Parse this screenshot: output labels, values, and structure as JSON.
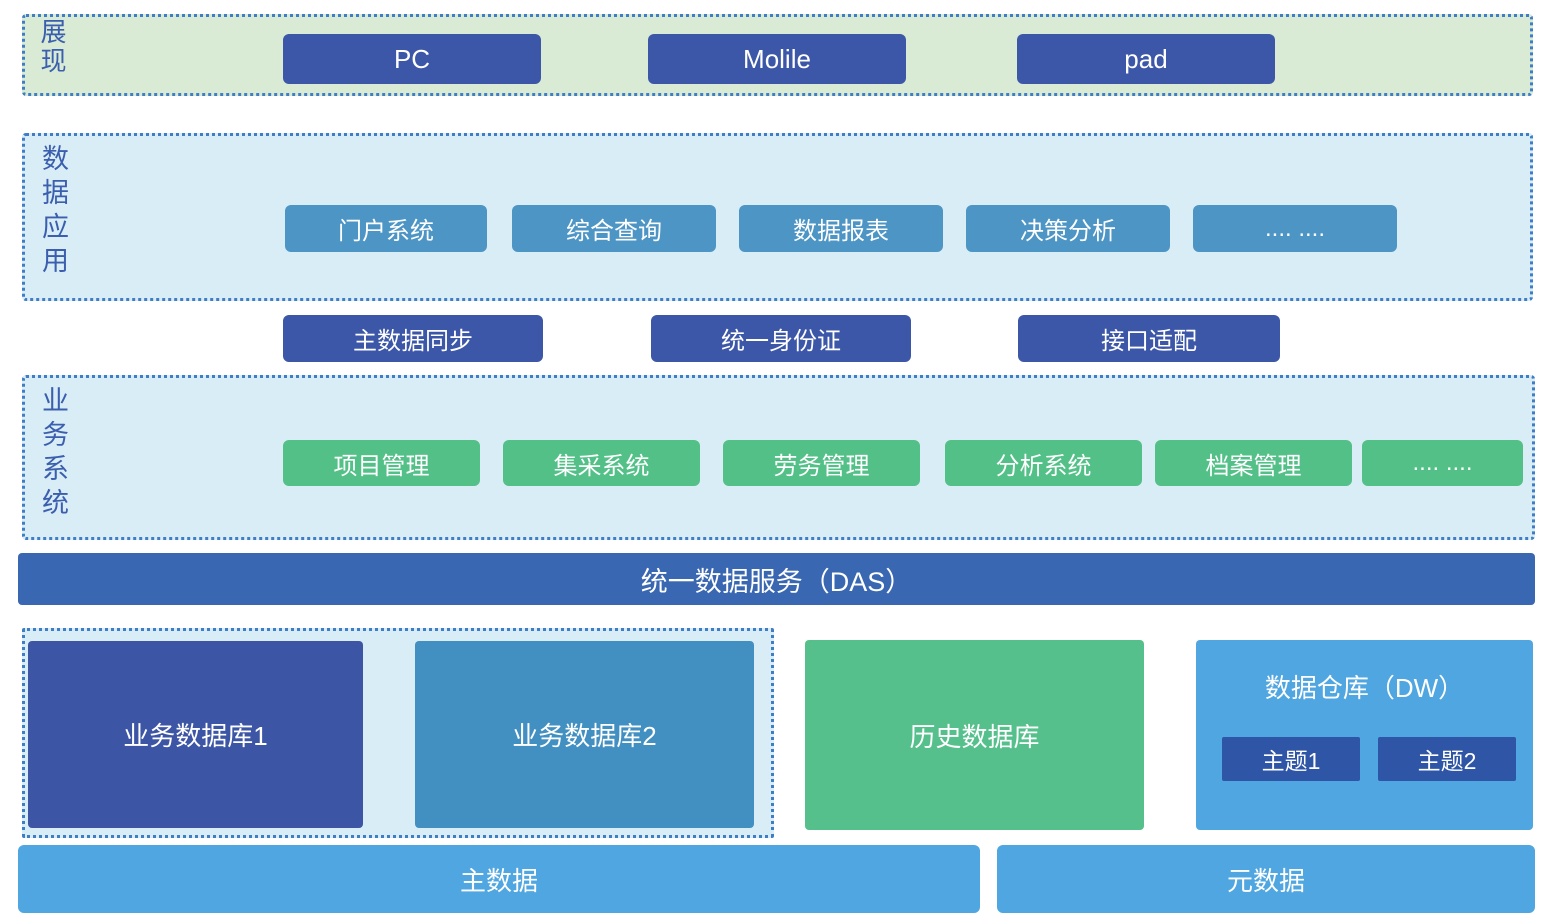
{
  "presentation": {
    "label": "展现",
    "items": [
      "PC",
      "Molile",
      "pad"
    ]
  },
  "data_application": {
    "label": "数据应用",
    "items": [
      "门户系统",
      "综合查询",
      "数据报表",
      "决策分析",
      "....  ...."
    ]
  },
  "integration": {
    "items": [
      "主数据同步",
      "统一身份证",
      "接口适配"
    ]
  },
  "business_systems": {
    "label": "业务系统",
    "items": [
      "项目管理",
      "集采系统",
      "劳务管理",
      "分析系统",
      "档案管理",
      ".... ...."
    ]
  },
  "das": {
    "label": "统一数据服务（DAS）"
  },
  "storage": {
    "business_databases": [
      "业务数据库1",
      "业务数据库2"
    ],
    "history_database": "历史数据库",
    "data_warehouse": {
      "title": "数据仓库（DW）",
      "topics": [
        "主题1",
        "主题2"
      ]
    }
  },
  "data_layers": {
    "master_data": "主数据",
    "meta_data": "元数据"
  },
  "palette": {
    "dark_blue": "#3d57a8",
    "steel_blue": "#4c95c5",
    "green": "#52c087",
    "sky_blue": "#4fa6e0",
    "das_blue": "#3a67b1",
    "topic_blue": "#2f55a6",
    "business_db2_blue": "#428fc1",
    "history_green": "#55c08b",
    "light_green_bg": "#d9ebd5",
    "light_blue_bg": "#d9edf6",
    "dotted_border": "#3f7dc6",
    "side_label_text": "#3b5fae"
  }
}
